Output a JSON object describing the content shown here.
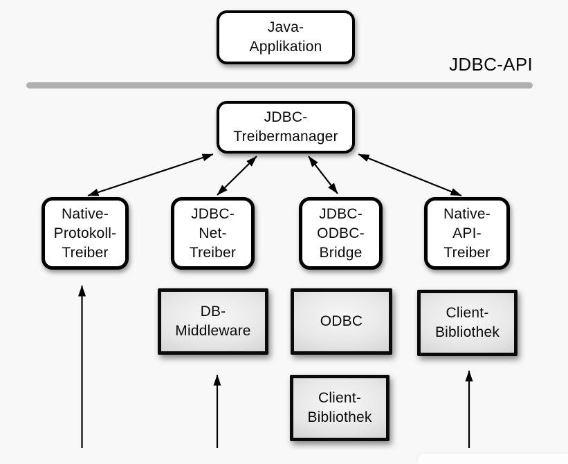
{
  "diagram": {
    "api_label": "JDBC-API",
    "nodes": {
      "java_application": {
        "lines": [
          "Java-",
          "Applikation"
        ]
      },
      "treibermanager": {
        "lines": [
          "JDBC-",
          "Treibermanager"
        ]
      },
      "native_protokoll_treiber": {
        "lines": [
          "Native-",
          "Protokoll-",
          "Treiber"
        ]
      },
      "jdbc_net_treiber": {
        "lines": [
          "JDBC-",
          "Net-",
          "Treiber"
        ]
      },
      "jdbc_odbc_bridge": {
        "lines": [
          "JDBC-",
          "ODBC-",
          "Bridge"
        ]
      },
      "native_api_treiber": {
        "lines": [
          "Native-",
          "API-",
          "Treiber"
        ]
      },
      "db_middleware": {
        "lines": [
          "DB-",
          "Middleware"
        ]
      },
      "odbc": {
        "lines": [
          "ODBC"
        ]
      },
      "client_bibliothek_1": {
        "lines": [
          "Client-",
          "Bibliothek"
        ]
      },
      "client_bibliothek_2": {
        "lines": [
          "Client-",
          "Bibliothek"
        ]
      }
    },
    "colors": {
      "background": "#f8f8f8",
      "node_fill": "#ffffff",
      "node_border": "#000000",
      "gray_node_fill_light": "#f7f7f7",
      "gray_node_fill_dark": "#cccccc",
      "separator": "#b0b0b4",
      "arrow": "#000000"
    }
  }
}
